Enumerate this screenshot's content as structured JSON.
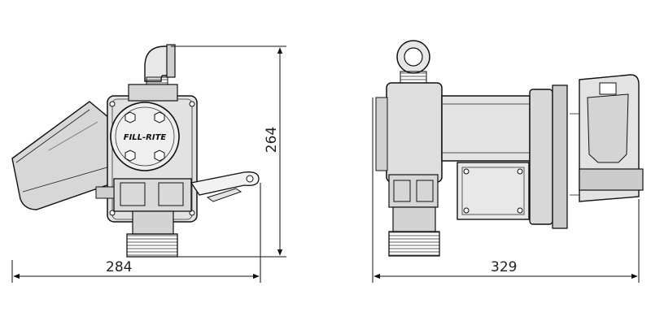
{
  "dimensions": {
    "front_width": "284",
    "front_height": "264",
    "side_width": "329"
  },
  "brand_label": "FILL-RITE"
}
